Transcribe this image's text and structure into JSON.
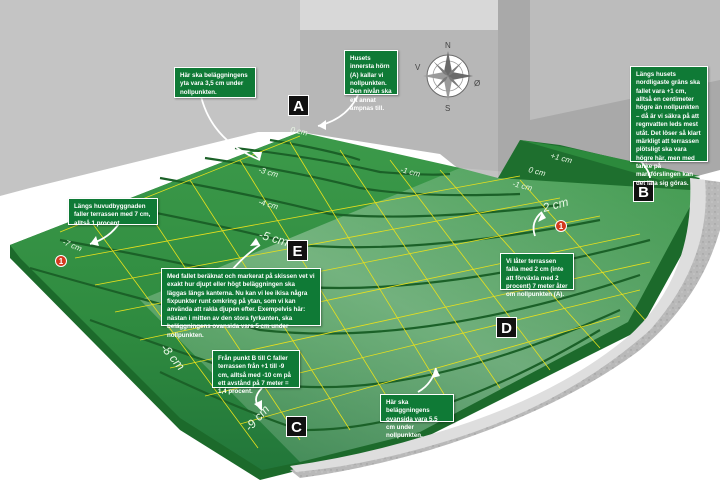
{
  "markers": {
    "a": "A",
    "b": "B",
    "c": "C",
    "d": "D",
    "e": "E"
  },
  "badges": {
    "left": "1",
    "right": "1"
  },
  "compass": {
    "n": "N",
    "s": "S",
    "v": "V",
    "o": "Ø"
  },
  "level_labels": {
    "l1": "0 cm",
    "l2": "-3 cm",
    "l3": "-4 cm",
    "l4": "-5 cm",
    "l5": "-7 cm",
    "l6": "-8 cm",
    "l7": "-9 cm",
    "l8": "-1 cm",
    "l9": "+1 cm",
    "l10": "0 cm",
    "l11": "-1 cm",
    "l12": "2 cm"
  },
  "callouts": {
    "top_left": "Här ska beläggningens yta vara 3,5 cm under nollpunkten.",
    "top_mid": "Husets innersta hörn (A) kallar vi nollpunkten. Den nivån ska ett annat ämpnas till.",
    "right": "Längs husets nordligaste gräns ska fallet vara +1 cm, alltså en centimeter högre än nollpunkten – då är vi säkra på att regnvatten leds mest utåt. Det löser så klart märkligt att terrassen plötsligt ska vara högre här, men med tanke på markförslingen kan det läta sig göras.",
    "left": "Längs huvudbyggnaden faller terrassen med 7 cm, alltså 1 procent.",
    "center": "Med fallet beräknat och markerat på skissen vet vi exakt hur djupt eller högt beläggningen ska läggas längs kanterna. Nu kan vi lee ikisa några fixpunkter runt omkring på ytan, som vi kan använda att rakla djupen efter. Exempelvis här: nästan i mitten av den stora fyrkanten, ska beläggningens ovansida vara 5 cm under nollpunkten.",
    "mid_right": "Vi låter terrassen falla med 2 cm (inte att förväxla med 2 procent) 7 meter åter om nollpunkten (A).",
    "bottom_left": "Från punkt B till C faller terrassen från +1 till -9 cm, alltså med -10 cm på ett avstånd på 7 meter = 1,4 procent.",
    "bottom_right": "Här ska beläggningens ovansida vara 5,5 cm under nollpunkten."
  },
  "colors": {
    "deck": "#2f8a3e",
    "edge": "#1c6a2b",
    "grid": "#e8e01c",
    "callout": "#0f7a36",
    "wall": "#c8c8c8"
  }
}
